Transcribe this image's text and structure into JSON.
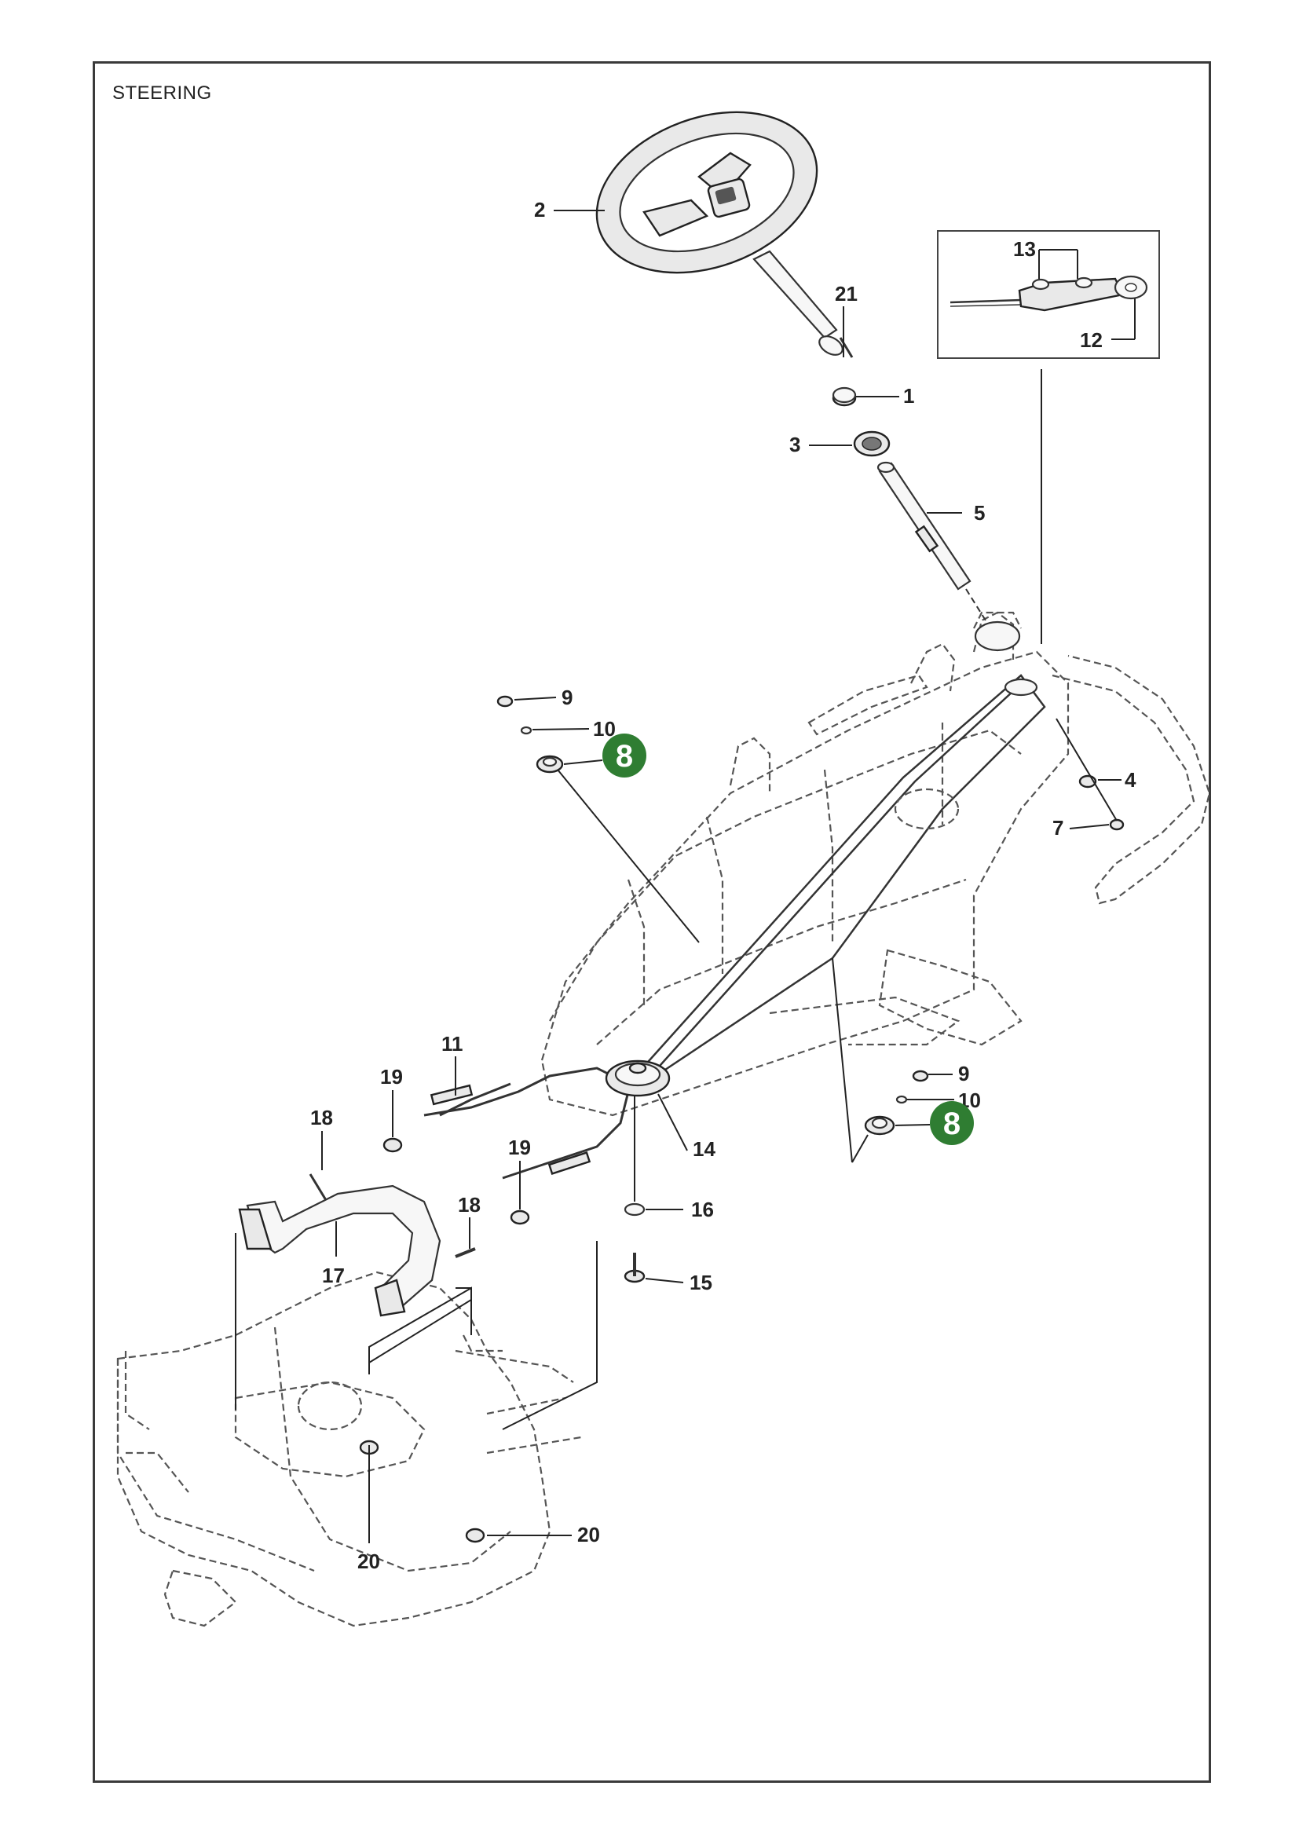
{
  "title": "STEERING",
  "accent_color": "#2f7d32",
  "callouts": {
    "c1": "1",
    "c2": "2",
    "c3": "3",
    "c4": "4",
    "c5": "5",
    "c7": "7",
    "c9a": "9",
    "c10a": "10",
    "c8a": "8",
    "c9b": "9",
    "c10b": "10",
    "c8b": "8",
    "c11": "11",
    "c12": "12",
    "c13": "13",
    "c14": "14",
    "c15": "15",
    "c16": "16",
    "c17": "17",
    "c18a": "18",
    "c18b": "18",
    "c19a": "19",
    "c19b": "19",
    "c20a": "20",
    "c20b": "20",
    "c21": "21"
  }
}
